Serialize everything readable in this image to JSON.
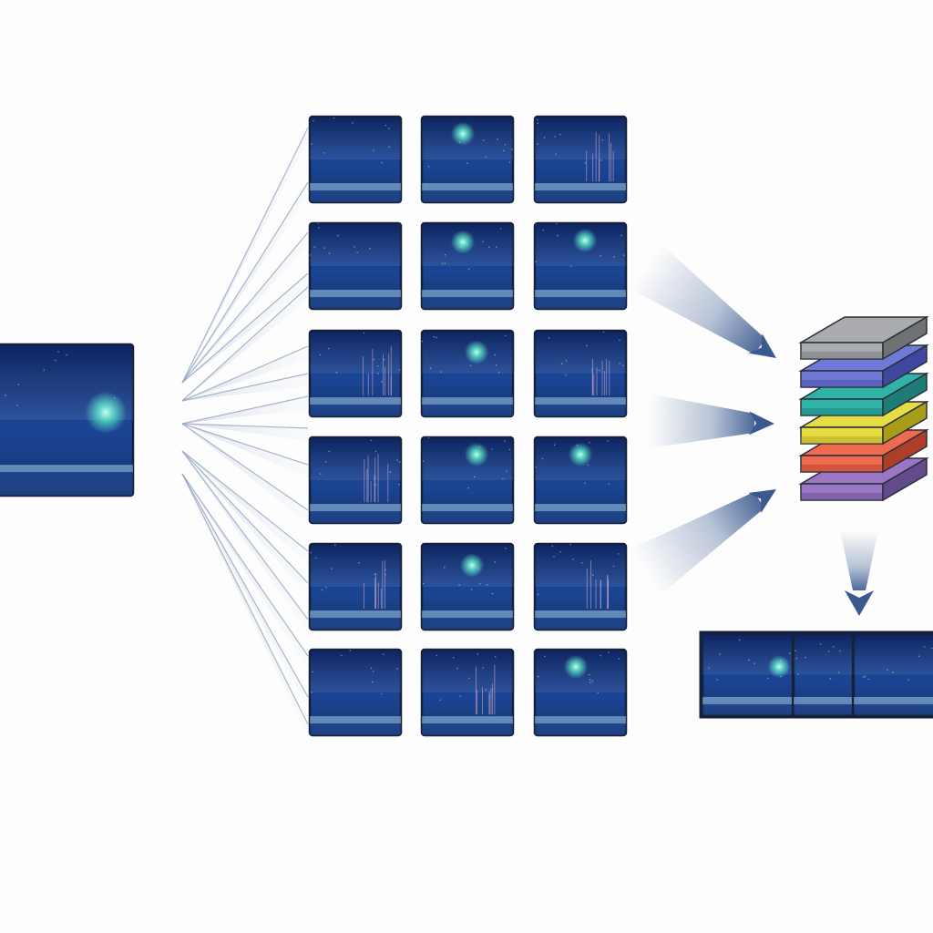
{
  "diagram": {
    "source_panel": {
      "icon": "spectrogram-thumbnail"
    },
    "grid": {
      "rows": 6,
      "columns": 3,
      "icon": "spectrogram-thumbnail"
    },
    "layer_stack": {
      "icon": "stacked-layers-icon",
      "layers": [
        {
          "role": "layer-gray",
          "top": "#a9abae",
          "side": "#6f7175"
        },
        {
          "role": "layer-blue",
          "top": "#6f79d6",
          "side": "#3f47a0"
        },
        {
          "role": "layer-teal",
          "top": "#2fb3a8",
          "side": "#1d7c75"
        },
        {
          "role": "layer-yellow",
          "top": "#e6dc44",
          "side": "#a89d1a"
        },
        {
          "role": "layer-red",
          "top": "#f06a4f",
          "side": "#ad3e2a"
        },
        {
          "role": "layer-purple",
          "top": "#9a76c4",
          "side": "#634a8a"
        }
      ]
    },
    "output_strip": {
      "segments": 3,
      "icon": "spectrogram-thumbnail"
    },
    "colors": {
      "panel_dark": "#0f2a6b",
      "panel_mid": "#1f4d9c",
      "border": "#14213d",
      "arrow": "#3a5a8f",
      "fan_line": "#93a4c2",
      "glow": "#7fffe0",
      "waveform_cool": "#bfe9ff",
      "waveform_warm": "#ffe27a",
      "waveform_hot": "#ff7a2f"
    }
  }
}
